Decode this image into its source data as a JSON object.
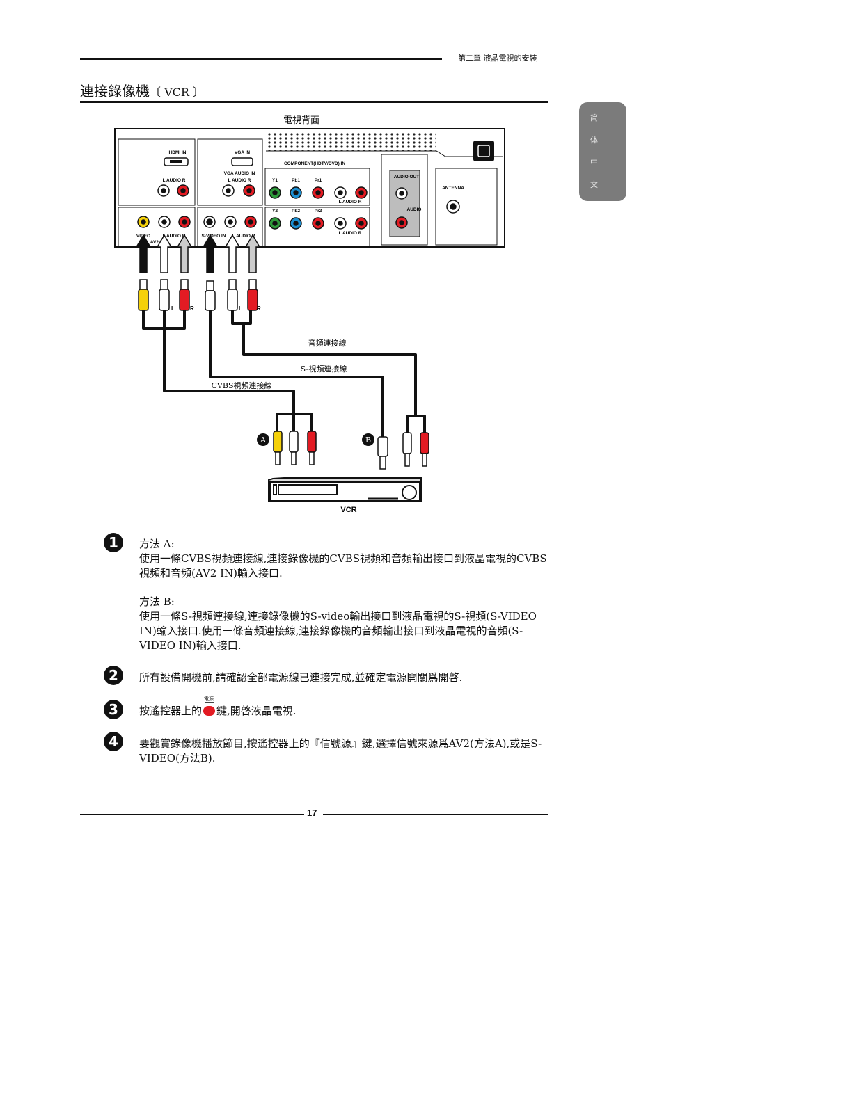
{
  "header": {
    "chapter": "第二章 液晶電視的安裝"
  },
  "section": {
    "title": "連接錄像機",
    "subtitle": "〔 VCR 〕"
  },
  "side_tab": {
    "chars": [
      "简",
      "体",
      "中",
      "文"
    ]
  },
  "diagram": {
    "tv_back_label": "電視背面",
    "hdmi_in": "HDMI IN",
    "vga_in": "VGA IN",
    "vga_audio_in": "VGA AUDIO IN",
    "component_in": "COMPONENT(HDTV/DVD) IN",
    "audio_out": "AUDIO OUT",
    "audio": "AUDIO",
    "antenna": "ANTENNA",
    "l_audio_r": "L   AUDIO   R",
    "y1": "Y1",
    "pb1": "Pb1",
    "pr1": "Pr1",
    "y2": "Y2",
    "pb2": "Pb2",
    "pr2": "Pr2",
    "video": "VIDEO",
    "l_audio_r2": "L   AUDIO   R",
    "av2_in": "AV2 IN",
    "svideo_in": "S-VIDEO IN",
    "l": "L",
    "r": "R",
    "audio_cable": "音頻連接線",
    "svideo_cable": "S-視頻連接線",
    "cvbs_cable": "CVBS視頻連接線",
    "marker_a": "A",
    "marker_b": "B",
    "vcr": "VCR"
  },
  "steps": [
    {
      "num": "1",
      "method_a_title": "方法 A:",
      "method_a_text": "使用一條CVBS視頻連接線,連接錄像機的CVBS視頻和音頻輸出接口到液晶電視的CVBS視頻和音頻(AV2 IN)輸入接口.",
      "method_b_title": "方法 B:",
      "method_b_text": "使用一條S-視頻連接線,連接錄像機的S-video輸出接口到液晶電視的S-視頻(S-VIDEO IN)輸入接口.使用一條音頻連接線,連接錄像機的音頻輸出接口到液晶電視的音頻(S-VIDEO IN)輸入接口."
    },
    {
      "num": "2",
      "text": "所有設備開機前,請確認全部電源線已連接完成,並確定電源開關爲開啓."
    },
    {
      "num": "3",
      "text_before": "按遙控器上的",
      "key_label": "電源",
      "text_after": "鍵,開啓液晶電視."
    },
    {
      "num": "4",
      "text": "要觀賞錄像機播放節目,按遙控器上的『信號源』鍵,選擇信號來源爲AV2(方法A),或是S-VIDEO(方法B)."
    }
  ],
  "footer": {
    "page_number": "17"
  }
}
